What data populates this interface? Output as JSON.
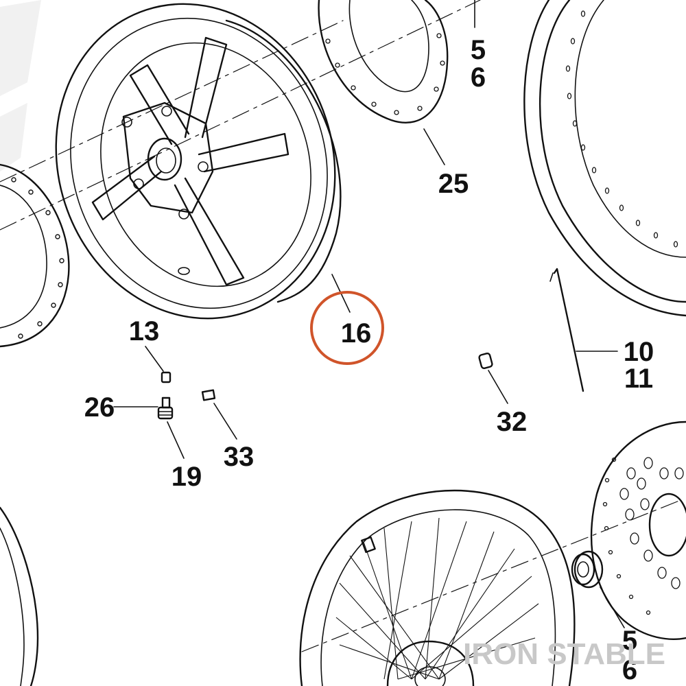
{
  "parts": {
    "p5_top": "5",
    "p6_top": "6",
    "p25": "25",
    "p16": "16",
    "p10": "10",
    "p11": "11",
    "p13": "13",
    "p26": "26",
    "p19": "19",
    "p33": "33",
    "p32": "32",
    "p5_bottom": "5",
    "p6_bottom": "6"
  },
  "highlight": {
    "part": "16",
    "color": "#d0542a"
  },
  "watermark": "IRON STABLE"
}
